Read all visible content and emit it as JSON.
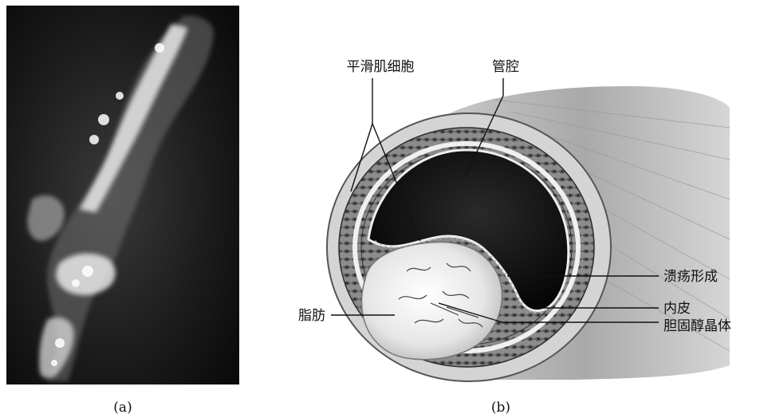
{
  "panels": [
    {
      "caption": "(a)"
    },
    {
      "caption": "(b)",
      "labels": {
        "smooth_muscle": "平滑肌细胞",
        "lumen": "管腔",
        "ulcer": "溃疡形成",
        "endothelium": "内皮",
        "cholesterol": "胆固醇晶体",
        "fat": "脂肪"
      }
    }
  ]
}
